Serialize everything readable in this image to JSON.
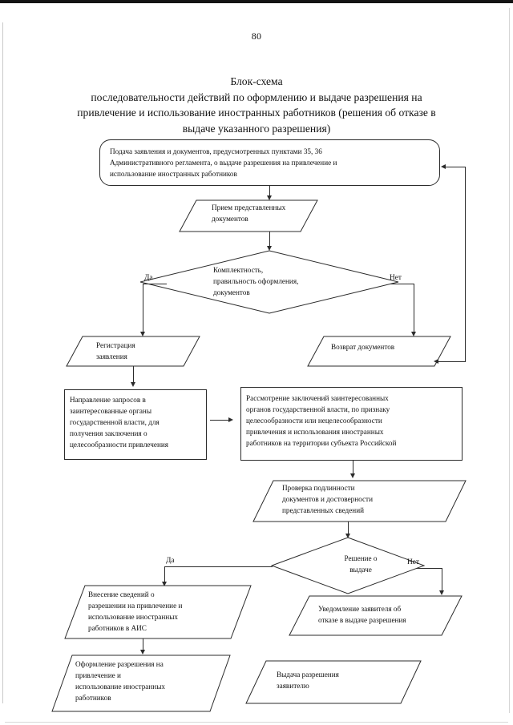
{
  "page": {
    "number": "80"
  },
  "title": {
    "line1": "Блок-схема",
    "line2": "последовательности действий по оформлению и выдаче разрешения на",
    "line3": "привлечение и использование иностранных работников (решения об отказе в",
    "line4": "выдаче указанного разрешения)"
  },
  "nodes": {
    "submission": {
      "shape": "rounded-rectangle",
      "text": "Подача заявления и документов, предусмотренных пунктами  35, 36\nАдминистративного регламента, о выдаче разрешения  на привлечение и\nиспользование иностранных работников"
    },
    "reception": {
      "shape": "parallelogram",
      "text": "Прием представленных\nдокументов"
    },
    "completeness_check": {
      "shape": "diamond",
      "text": "Комплектность,\nправильность  оформления,\nдокументов"
    },
    "registration": {
      "shape": "parallelogram",
      "text": "Регистрация\nзаявления"
    },
    "return_documents": {
      "shape": "parallelogram",
      "text": "Возврат документов"
    },
    "send_requests": {
      "shape": "rectangle",
      "text": "Направление запросов в\nзаинтересованные органы\nгосударственной власти, для\nполучения заключения  о\nцелесообразности привлечения"
    },
    "review_conclusions": {
      "shape": "rectangle",
      "text": "Рассмотрение заключений заинтересованных\nорганов государственной власти, по признаку\nцелесообразности или нецелесообразности\nпривлечения и использования иностранных\nработников на территории субъекта Российской"
    },
    "authenticity_check": {
      "shape": "parallelogram",
      "text": "Проверка подлинности\nдокументов и достоверности\nпредставленных сведений"
    },
    "issue_decision": {
      "shape": "diamond",
      "text": "Решение о\nвыдаче"
    },
    "enter_into_ais": {
      "shape": "parallelogram",
      "text": "Внесение сведений о\nразрешении на привлечение и\nиспользование иностранных\nработников  в АИС"
    },
    "refusal_notice": {
      "shape": "parallelogram",
      "text": "Уведомление заявителя об\nотказе в выдаче  разрешения"
    },
    "permit_issuance_prep": {
      "shape": "parallelogram",
      "text": "Оформление разрешения на\nпривлечение и\nиспользование иностранных\nработников"
    },
    "permit_handover": {
      "shape": "parallelogram",
      "text": "Выдача  разрешения\nзаявителю"
    }
  },
  "edge_labels": {
    "completeness_yes": "Да",
    "completeness_no": "Нет",
    "decision_yes": "Да",
    "decision_no": "Нет"
  },
  "colors": {
    "stroke": "#2b2b2b",
    "text": "#111111",
    "background": "#ffffff"
  }
}
